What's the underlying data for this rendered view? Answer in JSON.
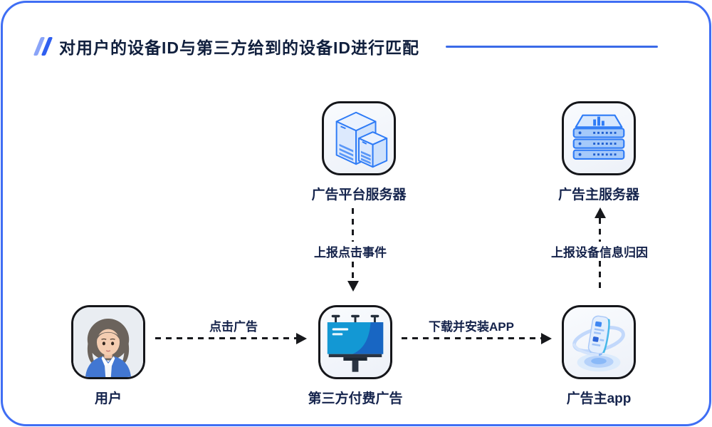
{
  "title": {
    "text": "对用户的设备ID与第三方给到的设备ID进行匹配"
  },
  "nodes": [
    {
      "id": "ad-platform-server",
      "label": "广告平台服务器",
      "icon": "server-towers-icon"
    },
    {
      "id": "advertiser-server",
      "label": "广告主服务器",
      "icon": "server-rack-icon"
    },
    {
      "id": "user",
      "label": "用户",
      "icon": "user-avatar"
    },
    {
      "id": "third-party-ad",
      "label": "第三方付费广告",
      "icon": "billboard-icon"
    },
    {
      "id": "advertiser-app",
      "label": "广告主app",
      "icon": "app-3d-icon"
    }
  ],
  "edges": [
    {
      "from": "user",
      "to": "third-party-ad",
      "label": "点击广告",
      "direction": "right"
    },
    {
      "from": "ad-platform-server",
      "to": "third-party-ad",
      "label": "上报点击事件",
      "direction": "down"
    },
    {
      "from": "third-party-ad",
      "to": "advertiser-app",
      "label": "下载并安装APP",
      "direction": "right"
    },
    {
      "from": "advertiser-app",
      "to": "advertiser-server",
      "label": "上报设备信息归因",
      "direction": "up"
    }
  ],
  "colors": {
    "frame_blue": "#3f6ef4",
    "icon_accent_blue": "#2e7bf6",
    "title_navy": "#101f3d",
    "label_navy": "#15244d",
    "arrow_dark": "#17181c",
    "slash_light": "#8aa4f8",
    "slash_dark": "#2f5ff0",
    "divider_blue": "#3a6ae8",
    "billboard_cyan": "#1398d4",
    "billboard_deep_blue": "#1866c3"
  }
}
